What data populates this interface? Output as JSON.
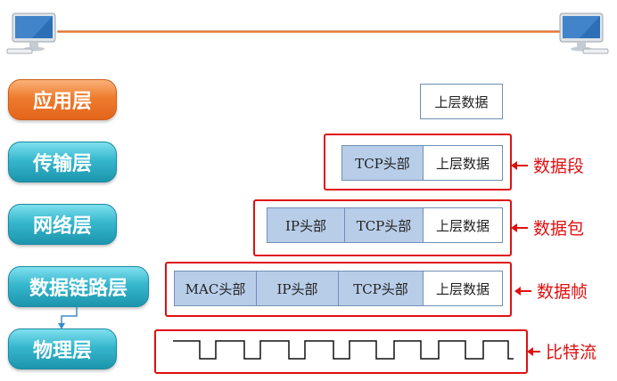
{
  "layers": [
    {
      "label": "应用层"
    },
    {
      "label": "传输层"
    },
    {
      "label": "网络层"
    },
    {
      "label": "数据链路层"
    },
    {
      "label": "物理层"
    }
  ],
  "packets": {
    "application": [
      "上层数据"
    ],
    "transport": [
      "TCP头部",
      "上层数据"
    ],
    "network": [
      "IP头部",
      "TCP头部",
      "上层数据"
    ],
    "datalink": [
      "MAC头部",
      "IP头部",
      "TCP头部",
      "上层数据"
    ]
  },
  "units": {
    "segment": "数据段",
    "packet": "数据包",
    "frame": "数据帧",
    "bitstream": "比特流"
  },
  "colors": {
    "orange": "#ef7b2e",
    "teal": "#36b7cd",
    "header_fill": "#b8cde8",
    "highlight_red": "#e01010"
  }
}
